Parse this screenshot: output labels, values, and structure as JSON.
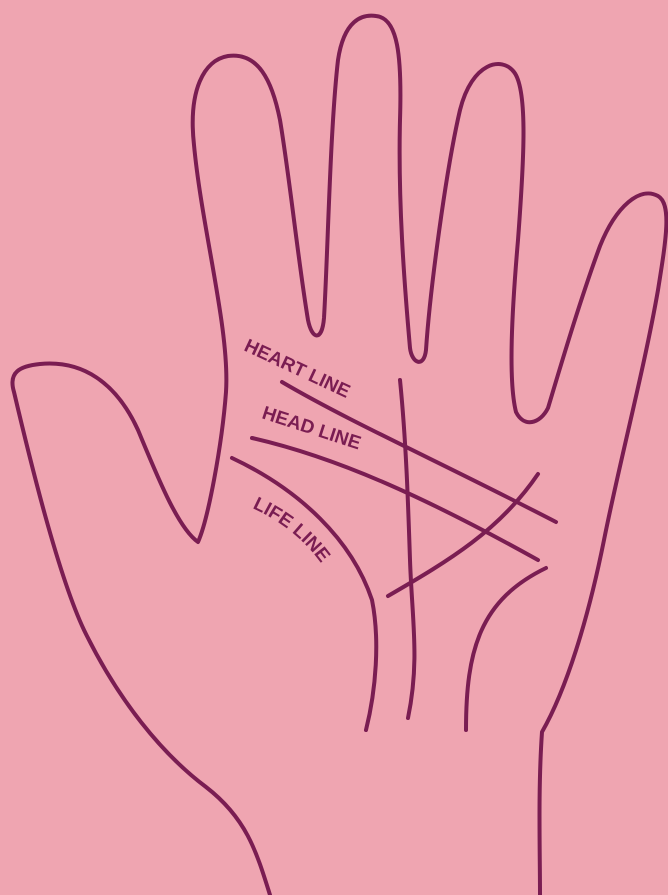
{
  "labels": {
    "heart_line": "HEART LINE",
    "head_line": "HEAD LINE",
    "life_line": "LIFE LINE"
  },
  "colors": {
    "background": "#efa5b1",
    "line": "#7a1d52"
  }
}
